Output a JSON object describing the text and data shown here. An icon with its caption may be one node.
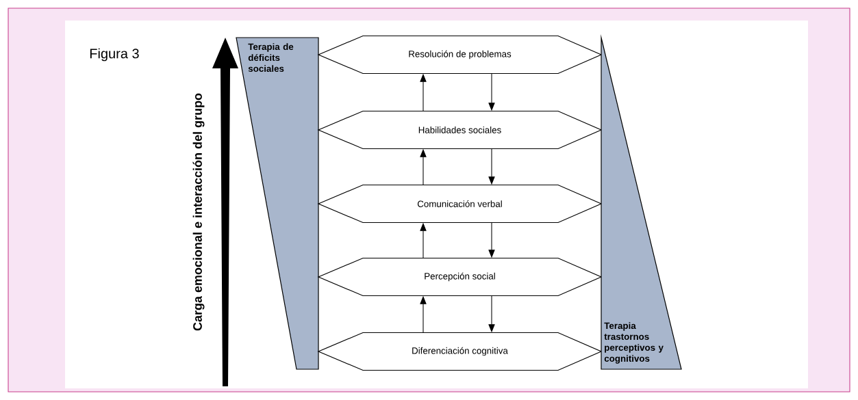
{
  "diagram": {
    "nodes": [
      {
        "text": [
          "Terapia de déficits sociales"
        ]
      },
      {
        "text": [
          "Resolución de problemas"
        ]
      },
      {
        "text": [
          "Habilidades sociales"
        ]
      },
      {
        "text": [
          "Comunicación verbal"
        ]
      },
      {
        "text": [
          "Percepción social"
        ]
      },
      {
        "text": [
          "Diferenciación cognitiva"
        ]
      },
      {
        "text": [
          "Terapia trastornos perceptivos y cognitivos"
        ]
      }
    ],
    "edges": [
      {
        "from": 2,
        "to": 1,
        "arrow": "to"
      },
      {
        "from": 1,
        "to": 2,
        "arrow": "to"
      },
      {
        "from": 3,
        "to": 2,
        "arrow": "to"
      },
      {
        "from": 2,
        "to": 3,
        "arrow": "to"
      },
      {
        "from": 4,
        "to": 3,
        "arrow": "to"
      },
      {
        "from": 3,
        "to": 4,
        "arrow": "to"
      },
      {
        "from": 5,
        "to": 4,
        "arrow": "to"
      },
      {
        "from": 4,
        "to": 5,
        "arrow": "to"
      }
    ],
    "labels": [
      "Figura 3",
      "Carga emocional e interacción del grupo"
    ]
  }
}
